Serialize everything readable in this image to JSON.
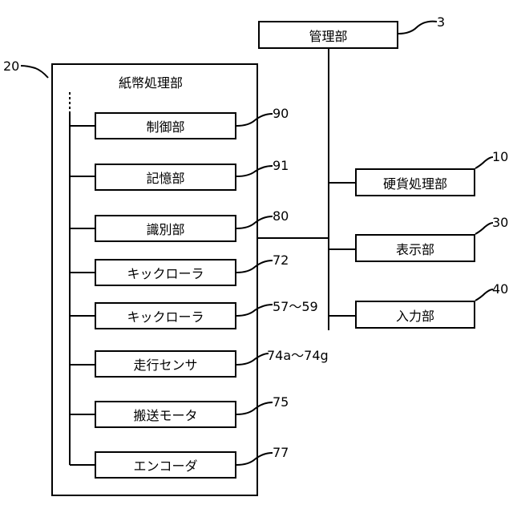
{
  "management": {
    "label": "管理部",
    "ref": "3"
  },
  "bill_unit": {
    "title": "紙幣処理部",
    "ref": "20",
    "items": [
      {
        "label": "制御部",
        "ref": "90"
      },
      {
        "label": "記憶部",
        "ref": "91"
      },
      {
        "label": "識別部",
        "ref": "80"
      },
      {
        "label": "キックローラ",
        "ref": "72"
      },
      {
        "label": "キックローラ",
        "ref": "57～59"
      },
      {
        "label": "走行センサ",
        "ref": "74a～74g"
      },
      {
        "label": "搬送モータ",
        "ref": "75"
      },
      {
        "label": "エンコーダ",
        "ref": "77"
      }
    ]
  },
  "right_units": [
    {
      "label": "硬貨処理部",
      "ref": "10"
    },
    {
      "label": "表示部",
      "ref": "30"
    },
    {
      "label": "入力部",
      "ref": "40"
    }
  ]
}
